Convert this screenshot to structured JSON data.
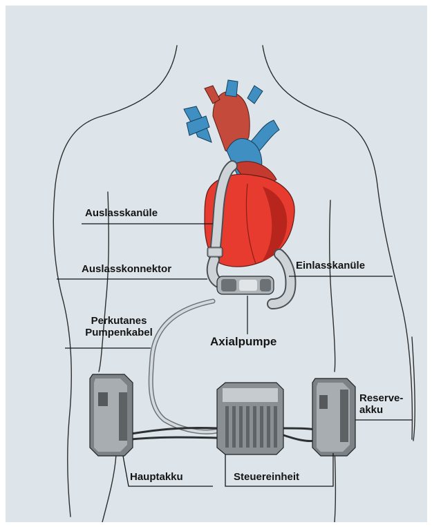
{
  "diagram": {
    "labels": {
      "outlet_cannula": "Auslasskanüle",
      "outlet_connector": "Auslasskonnektor",
      "inlet_cannula": "Einlasskanüle",
      "percutaneous_cable_line1": "Perkutanes",
      "percutaneous_cable_line2": "Pumpenkabel",
      "axial_pump": "Axialpumpe",
      "reserve_battery_line1": "Reserve-",
      "reserve_battery_line2": "akku",
      "main_battery": "Hauptakku",
      "control_unit": "Steuereinheit"
    }
  },
  "colors": {
    "background": "#dde5ea",
    "heart_muscle": "#e63b2e",
    "heart_dark": "#b8251c",
    "vessels_blue": "#3f8fc2",
    "device_gray": "#8a8f93",
    "tube_gray": "#c9d0d4"
  }
}
